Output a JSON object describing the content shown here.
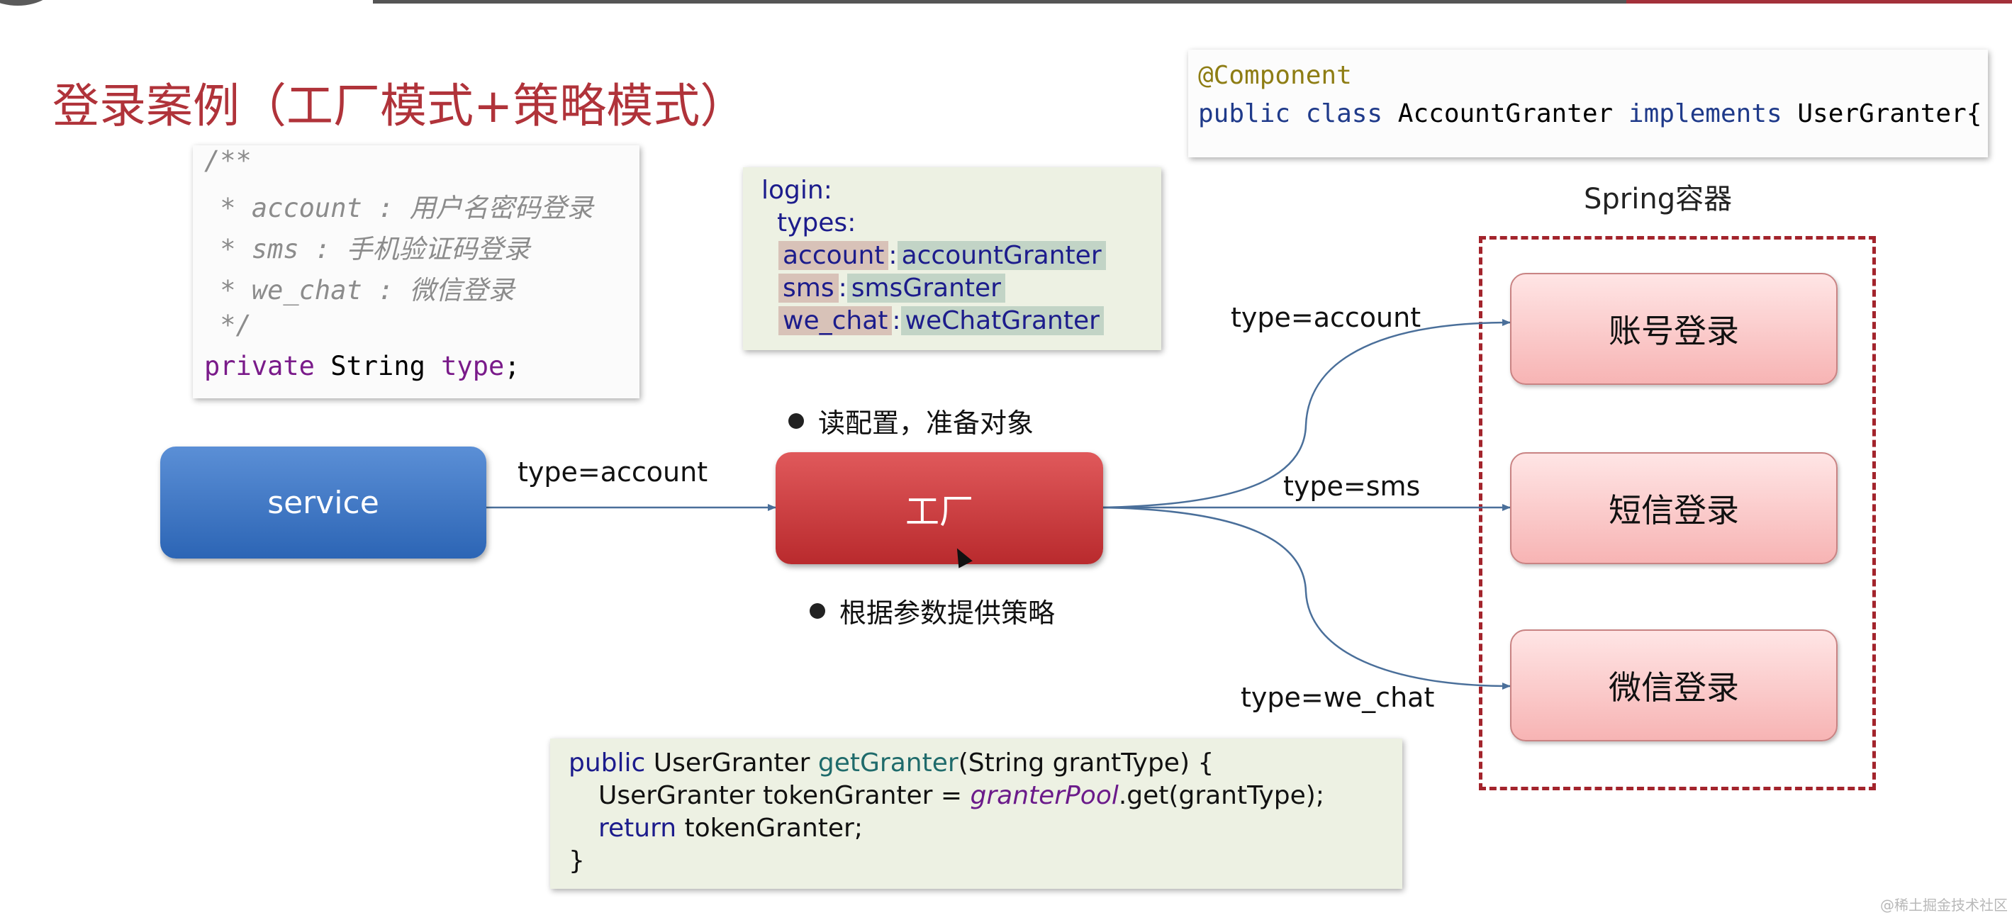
{
  "title": "登录案例（工厂模式+策略模式）",
  "comment_code": {
    "line1": "/**",
    "line2": " * account : 用户名密码登录",
    "line3": " * sms : 手机验证码登录",
    "line4": " * we_chat : 微信登录",
    "line5": " */",
    "decl_private": "private",
    "decl_type_name": "String",
    "decl_field": "type",
    "decl_end": ";"
  },
  "yaml": {
    "login": "login",
    "types": "types",
    "colon": ":",
    "entries": [
      {
        "key": "account",
        "value": "accountGranter"
      },
      {
        "key": "sms",
        "value": "smsGranter"
      },
      {
        "key": "we_chat",
        "value": "weChatGranter"
      }
    ]
  },
  "annotation": {
    "decorator": "@Component",
    "kw_public": "public",
    "kw_class": "class",
    "class_name": "AccountGranter",
    "kw_implements": "implements",
    "iface": "UserGranter{"
  },
  "spring_title": "Spring容器",
  "nodes": {
    "service": "service",
    "factory": "工厂",
    "account_login": "账号登录",
    "sms_login": "短信登录",
    "wechat_login": "微信登录"
  },
  "edge_labels": {
    "service_to_factory": "type=account",
    "to_account": "type=account",
    "to_sms": "type=sms",
    "to_wechat": "type=we_chat"
  },
  "bullets": {
    "read_config": "读配置，准备对象",
    "provide_strategy": "根据参数提供策略"
  },
  "method": {
    "l1_public": "public",
    "l1_type": " UserGranter ",
    "l1_name": "getGranter",
    "l1_rest": "(String grantType) {",
    "l2_a": "UserGranter tokenGranter = ",
    "l2_field": "granterPool",
    "l2_b": ".get(grantType);",
    "l3_kw": "return",
    "l3_rest": " tokenGranter;",
    "l4": "}"
  },
  "watermark": "@稀土掘金技术社区",
  "colors": {
    "title": "#b0333a",
    "service": "#2c65b5",
    "factory": "#b92a2d",
    "login_node": "#f7b4b4",
    "spring_border": "#a3242c",
    "arrow": "#4a6f9a"
  }
}
